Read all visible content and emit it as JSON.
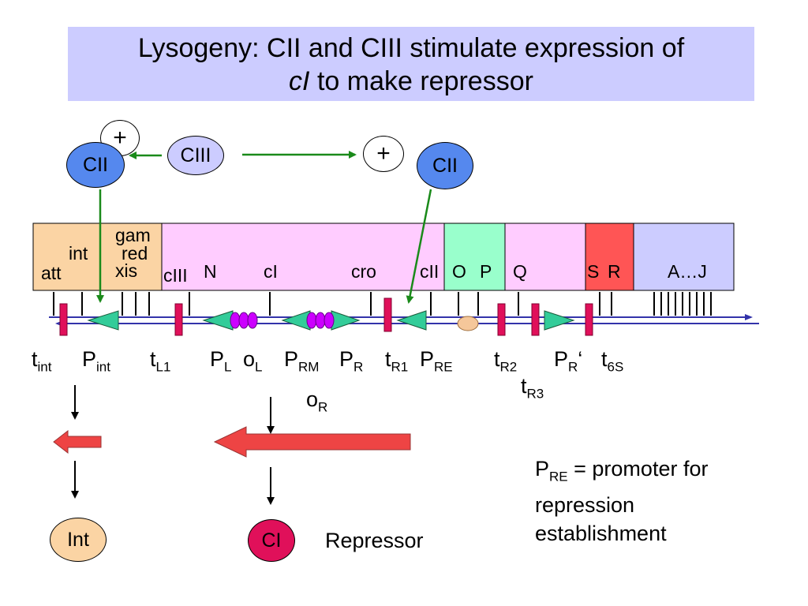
{
  "title": {
    "line1": "Lysogeny: CII and CIII stimulate expression of",
    "line2_italic": "cI",
    "line2_rest": " to make repressor"
  },
  "ovals": {
    "cii_left": "CII",
    "ciii": "CIII",
    "cii_right": "CII",
    "plus_left": "+",
    "plus_right": "+",
    "int": "Int",
    "ci": "CI"
  },
  "gene_labels": {
    "att": "att",
    "int": "int",
    "gam": "gam",
    "red": "red",
    "xis": "xis",
    "ciii": "cIII",
    "n": "N",
    "ci": "cI",
    "cro": "cro",
    "cii": "cII",
    "o": "O",
    "p": "P",
    "q": "Q",
    "s": "S",
    "r": "R",
    "aj": "A…J"
  },
  "sites": {
    "tint": {
      "main": "t",
      "sub": "int"
    },
    "pint": {
      "main": "P",
      "sub": "int"
    },
    "tl1": {
      "main": "t",
      "sub": "L1"
    },
    "pl": {
      "main": "P",
      "sub": "L"
    },
    "ol": {
      "main": "o",
      "sub": "L"
    },
    "prm": {
      "main": "P",
      "sub": "RM"
    },
    "pr": {
      "main": "P",
      "sub": "R"
    },
    "tr1": {
      "main": "t",
      "sub": "R1"
    },
    "pre": {
      "main": "P",
      "sub": "RE"
    },
    "tr2": {
      "main": "t",
      "sub": "R2"
    },
    "tr3": {
      "main": "t",
      "sub": "R3"
    },
    "pr_prime": {
      "main": "P",
      "sub": "R",
      "suffix": "‘"
    },
    "t6s": {
      "main": "t",
      "sub": "6S"
    },
    "or": {
      "main": "o",
      "sub": "R"
    }
  },
  "repressor_label": "Repressor",
  "note": {
    "p": "P",
    "sub": "RE",
    "line1_rest": " = promoter for",
    "line2": "repression",
    "line3": "establishment"
  },
  "colors": {
    "title_bg": "#ccccff",
    "region_orange": "#fbd4a4",
    "region_pink": "#ffccff",
    "region_green": "#99ffcc",
    "region_red": "#ff5555",
    "region_blue": "#ccccff",
    "oval_blue": "#5588ee",
    "oval_lavender": "#ccccff",
    "promoter_green": "#33cc99",
    "operator_purple": "#cc00ff",
    "terminator": "#e0105a",
    "dna_line": "#3333aa",
    "arrow_green": "#1a8a1a",
    "transcript_red": "#ee4444",
    "int_oval": "#fbd4a4",
    "ci_oval": "#e0105a",
    "ori_oval": "#f5c79a"
  }
}
